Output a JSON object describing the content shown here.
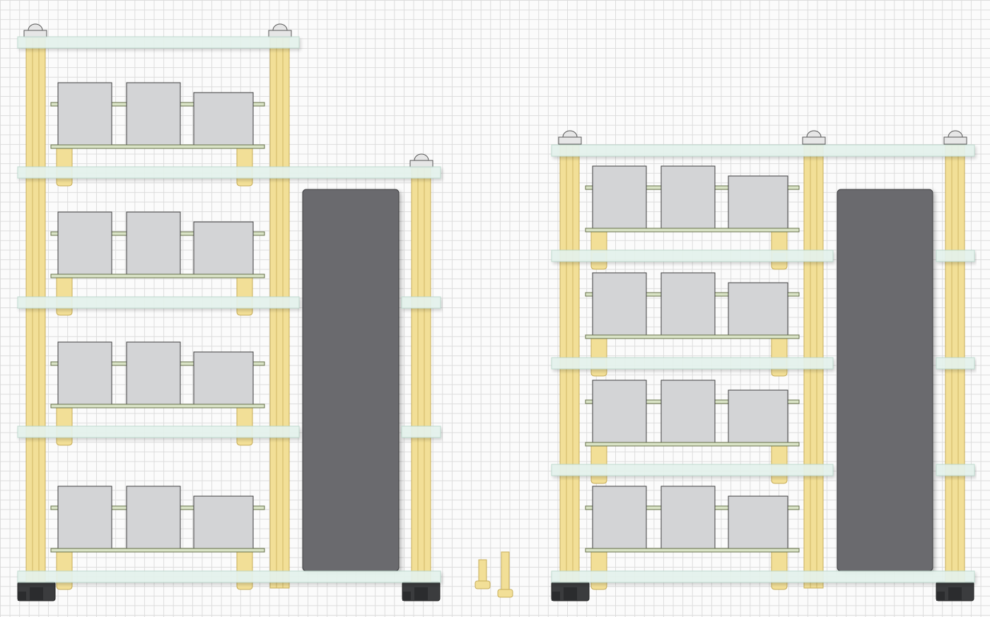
{
  "canvas": {
    "background": "#fbfbfb",
    "grid_color": "#dcdcdc"
  },
  "colors": {
    "post": "#f2df97",
    "post_edge": "#c7ad5a",
    "glass": "#e4f2ec",
    "glass_edge": "#bcd8cc",
    "tray": "#d9e3c6",
    "tray_edge": "#66704a",
    "component": "#d3d4d6",
    "component_edge": "#3d3d3d",
    "dark_panel": "#6a6b6e",
    "foot": "#3b3c3e",
    "cap": "#e6e6e6"
  },
  "assemblies": [
    {
      "id": "left-assembly",
      "posts": 3,
      "tiers": 4,
      "components_per_tier": 3,
      "has_side_panel": true
    },
    {
      "id": "right-assembly",
      "posts": 3,
      "tiers": 4,
      "components_per_tier": 3,
      "has_side_panel": true
    }
  ],
  "loose_parts": [
    {
      "id": "spare-bolt-short"
    },
    {
      "id": "spare-bolt-long"
    }
  ]
}
